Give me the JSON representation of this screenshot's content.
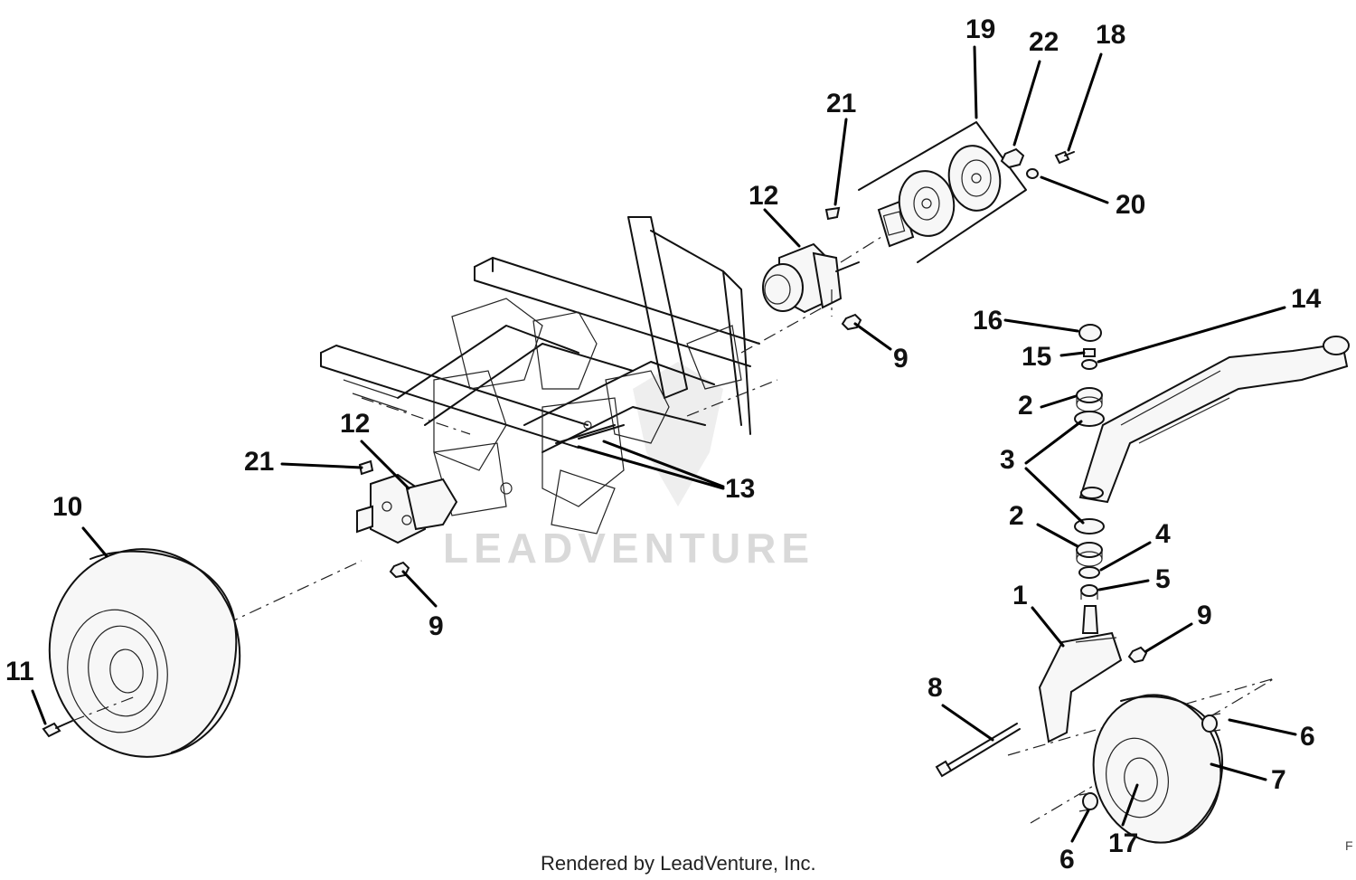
{
  "callouts": {
    "c1": "1",
    "c2a": "2",
    "c2b": "2",
    "c3": "3",
    "c4": "4",
    "c5": "5",
    "c6a": "6",
    "c6b": "6",
    "c7": "7",
    "c8": "8",
    "c9a": "9",
    "c9b": "9",
    "c9c": "9",
    "c10": "10",
    "c11": "11",
    "c12a": "12",
    "c12b": "12",
    "c13": "13",
    "c14": "14",
    "c15": "15",
    "c16": "16",
    "c17": "17",
    "c18": "18",
    "c19": "19",
    "c20": "20",
    "c21a": "21",
    "c21b": "22",
    "c21c": "21"
  },
  "watermark": "LEADVENTURE",
  "credit": "Rendered by LeadVenture, Inc.",
  "corner_mark": "F",
  "colors": {
    "ink": "#111111",
    "watermark": "#d9d9d9",
    "background": "#ffffff"
  }
}
